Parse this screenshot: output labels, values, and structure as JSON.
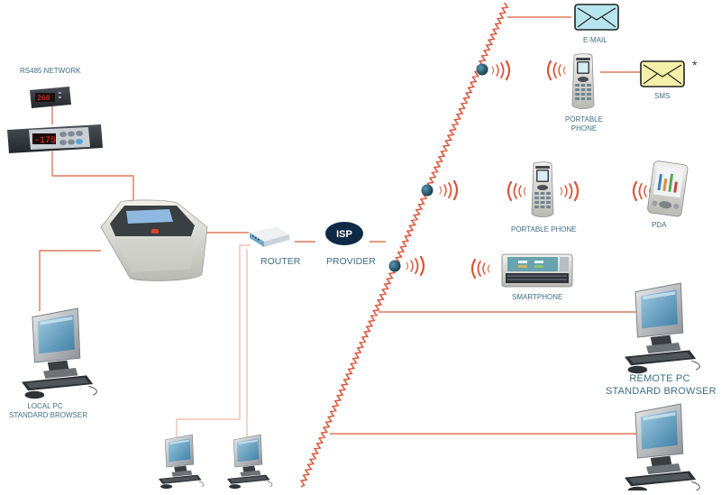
{
  "diagram": {
    "title": "Remote monitoring network diagram",
    "colors": {
      "connection_line": "#e0785a",
      "internet_wave": "#d9553a",
      "label_text": "#3f6f86",
      "isp_badge": "#0f2a45",
      "node_dot": "#1d4e66",
      "email_envelope": "#b8e6ee",
      "sms_envelope": "#f4f0a8"
    },
    "nodes": {
      "rs485": {
        "label": "RS485 NETWORK",
        "icon": "controller-devices-icon"
      },
      "gateway": {
        "icon": "gateway-device-icon"
      },
      "local_pc": {
        "label_line1": "LOCAL PC",
        "label_line2": "STANDARD BROWSER",
        "icon": "desktop-pc-icon"
      },
      "router": {
        "label": "ROUTER",
        "icon": "router-icon"
      },
      "isp": {
        "badge": "ISP",
        "label": "PROVIDER",
        "icon": "isp-badge-icon"
      },
      "email": {
        "label": "E-MAIL",
        "icon": "envelope-icon"
      },
      "portable_phone_top": {
        "label_line1": "PORTABLE",
        "label_line2": "PHONE",
        "icon": "mobile-phone-icon"
      },
      "sms": {
        "label": "SMS",
        "note_marker": "*",
        "icon": "envelope-icon"
      },
      "portable_phone_mid": {
        "label": "PORTABLE PHONE",
        "icon": "mobile-phone-icon"
      },
      "pda": {
        "label": "PDA",
        "icon": "pda-icon"
      },
      "smartphone": {
        "label": "SMARTPHONE",
        "icon": "smartphone-icon"
      },
      "remote_pc": {
        "label_line1": "REMOTE PC",
        "label_line2": "STANDARD BROWSER",
        "icon": "desktop-pc-icon"
      },
      "remote_pc_2": {
        "icon": "desktop-pc-icon"
      },
      "lan_pc_1": {
        "icon": "desktop-pc-icon"
      },
      "lan_pc_2": {
        "icon": "desktop-pc-icon"
      }
    }
  }
}
